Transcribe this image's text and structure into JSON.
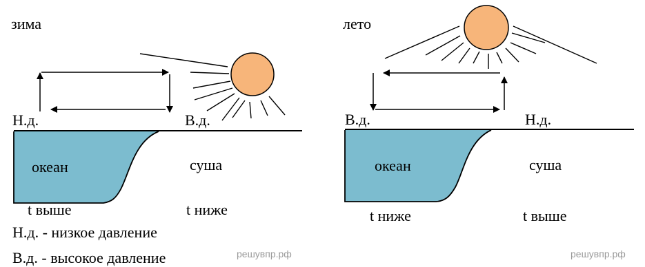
{
  "winter": {
    "title": "зима",
    "left_pressure": "Н.д.",
    "right_pressure": "В.д.",
    "ocean": "океан",
    "land": "суша",
    "ocean_temp": "t выше",
    "land_temp": "t ниже"
  },
  "summer": {
    "title": "лето",
    "left_pressure": "В.д.",
    "right_pressure": "Н.д.",
    "ocean": "океан",
    "land": "суша",
    "ocean_temp": "t ниже",
    "land_temp": "t выше"
  },
  "legend": {
    "low": "Н.д. - низкое давление",
    "high": "В.д. - высокое давление"
  },
  "watermark": "решувпр.рф",
  "colors": {
    "ocean": "#7cbccf",
    "sun": "#f7b57a"
  }
}
